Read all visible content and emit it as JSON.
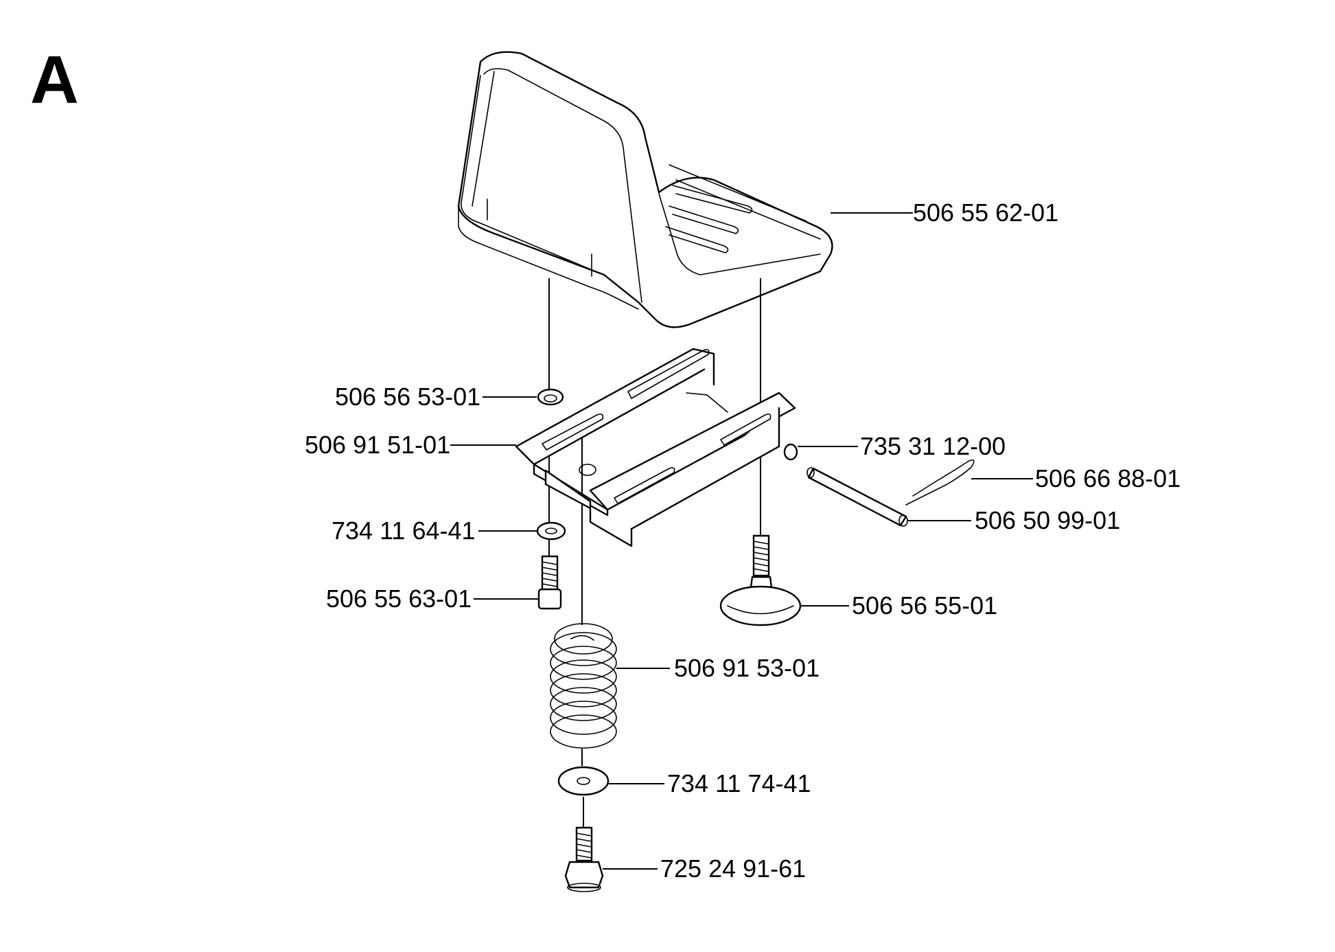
{
  "section_letter": "A",
  "part_numbers": {
    "seat": "506 55 62-01",
    "nut_top": "506 56 53-01",
    "bracket": "506 91 51-01",
    "washer_small": "734 11 64-41",
    "bolt_small": "506 55 63-01",
    "spring": "506 91 53-01",
    "washer_large": "734 11 74-41",
    "bolt_flange": "725 24 91-61",
    "ring_clip": "735 31 12-00",
    "hair_pin": "506 66 88-01",
    "pin": "506 50 99-01",
    "knob": "506 56 55-01"
  }
}
